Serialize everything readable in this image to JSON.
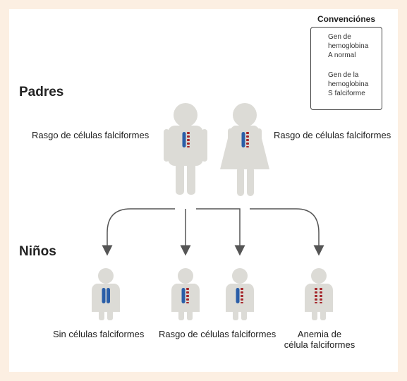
{
  "legend": {
    "title": "Convenciónes",
    "normal_label": [
      "Gen de",
      "hemoglobina",
      "A normal"
    ],
    "sickle_label": [
      "Gen de la",
      "hemoglobina",
      "S falciforme"
    ]
  },
  "parents": {
    "heading": "Padres",
    "father_label": "Rasgo de células falciformes",
    "mother_label": "Rasgo de células falciformes"
  },
  "children": {
    "heading": "Niños",
    "labels": [
      "Sin células falciformes",
      "Rasgo de células falciformes",
      "Anemia de",
      "célula falciformes"
    ]
  },
  "colors": {
    "background": "#fcefe2",
    "figure": "#dcdbd6",
    "normal_gene": "#2a5ea8",
    "sickle_gene": "#a5262b",
    "arrow": "#555555"
  }
}
